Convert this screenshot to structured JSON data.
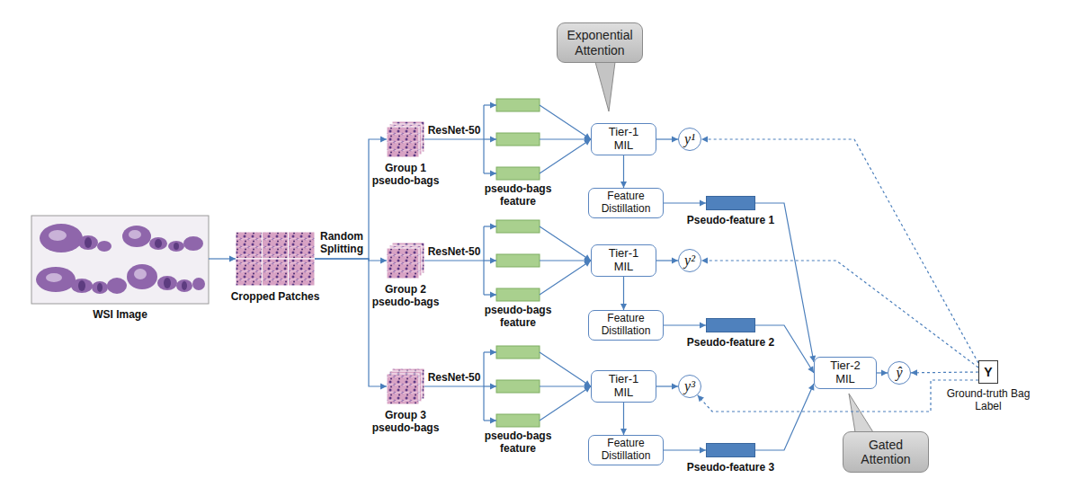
{
  "diagram": {
    "nodes": [
      {
        "text": [
          "WSI Image"
        ]
      },
      {
        "text": [
          "Cropped Patches"
        ]
      },
      {
        "text": [
          "Group 1 pseudo-bags"
        ]
      },
      {
        "text": [
          "Group 2 pseudo-bags"
        ]
      },
      {
        "text": [
          "Group 3 pseudo-bags"
        ]
      },
      {
        "text": [
          "Exponential Attention"
        ]
      },
      {
        "text": [
          "Tier-1 MIL"
        ]
      },
      {
        "text": [
          "y¹"
        ]
      },
      {
        "text": [
          "Feature Distillation"
        ]
      },
      {
        "text": [
          "Pseudo-feature 1"
        ]
      },
      {
        "text": [
          "Tier-1 MIL"
        ]
      },
      {
        "text": [
          "y²"
        ]
      },
      {
        "text": [
          "Feature Distillation"
        ]
      },
      {
        "text": [
          "Pseudo-feature 2"
        ]
      },
      {
        "text": [
          "Tier-1 MIL"
        ]
      },
      {
        "text": [
          "y³"
        ]
      },
      {
        "text": [
          "Feature Distillation"
        ]
      },
      {
        "text": [
          "Pseudo-feature 3"
        ]
      },
      {
        "text": [
          "Tier-2 MIL"
        ]
      },
      {
        "text": [
          "Gated Attention"
        ]
      },
      {
        "text": [
          "ŷ"
        ]
      },
      {
        "text": [
          "Y",
          "Ground-truth Bag Label"
        ]
      }
    ],
    "edges": [
      {
        "from": 0,
        "to": 1,
        "arrow": "to"
      },
      {
        "from": 1,
        "to": 2,
        "arrow": "to"
      },
      {
        "from": 1,
        "to": 3,
        "arrow": "to"
      },
      {
        "from": 1,
        "to": 4,
        "arrow": "to"
      },
      {
        "from": 2,
        "to": 6,
        "label": "ResNet-50",
        "arrow": "to"
      },
      {
        "from": 3,
        "to": 10,
        "label": "ResNet-50",
        "arrow": "to"
      },
      {
        "from": 4,
        "to": 14,
        "label": "ResNet-50",
        "arrow": "to"
      },
      {
        "from": 6,
        "to": 7,
        "arrow": "to"
      },
      {
        "from": 6,
        "to": 8,
        "arrow": "to"
      },
      {
        "from": 8,
        "to": 9,
        "arrow": "to"
      },
      {
        "from": 10,
        "to": 11,
        "arrow": "to"
      },
      {
        "from": 10,
        "to": 12,
        "arrow": "to"
      },
      {
        "from": 12,
        "to": 13,
        "arrow": "to"
      },
      {
        "from": 14,
        "to": 15,
        "arrow": "to"
      },
      {
        "from": 14,
        "to": 16,
        "arrow": "to"
      },
      {
        "from": 16,
        "to": 17,
        "arrow": "to"
      },
      {
        "from": 9,
        "to": 18,
        "arrow": "to"
      },
      {
        "from": 13,
        "to": 18,
        "arrow": "to"
      },
      {
        "from": 17,
        "to": 18,
        "arrow": "to"
      },
      {
        "from": 18,
        "to": 20,
        "arrow": "to"
      },
      {
        "from": 21,
        "to": 7,
        "arrow": "to"
      },
      {
        "from": 21,
        "to": 11,
        "arrow": "to"
      },
      {
        "from": 21,
        "to": 15,
        "arrow": "to"
      },
      {
        "from": 21,
        "to": 20,
        "arrow": "to"
      }
    ],
    "labels": [
      "Random Splitting",
      "pseudo-bags feature",
      "pseudo-bags feature",
      "pseudo-bags feature"
    ]
  }
}
